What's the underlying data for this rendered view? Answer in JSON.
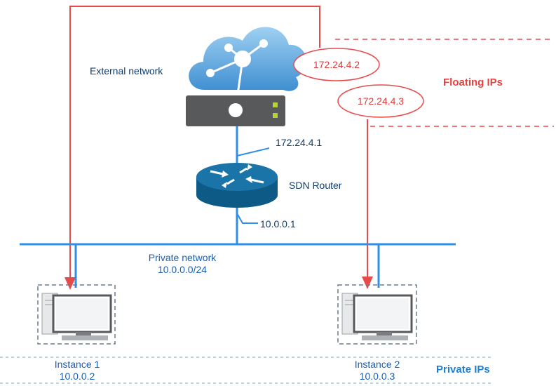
{
  "external_network": {
    "label": "External network"
  },
  "floating_ips": {
    "heading": "Floating IPs",
    "ip1": "172.24.4.2",
    "ip2": "172.24.4.3"
  },
  "router": {
    "label": "SDN Router",
    "external_ip": "172.24.4.1",
    "internal_ip": "10.0.0.1"
  },
  "private_network": {
    "label": "Private network",
    "cidr": "10.0.0.0/24"
  },
  "instances": [
    {
      "name": "Instance 1",
      "ip": "10.0.0.2"
    },
    {
      "name": "Instance 2",
      "ip": "10.0.0.3"
    }
  ],
  "private_ips": {
    "heading": "Private IPs"
  },
  "colors": {
    "network_line": "#2f8ee6",
    "floating_line": "#e84a4a",
    "router_body": "#0f5e8c",
    "cloud": "#5aa9e0",
    "device_gray": "#58595b"
  }
}
